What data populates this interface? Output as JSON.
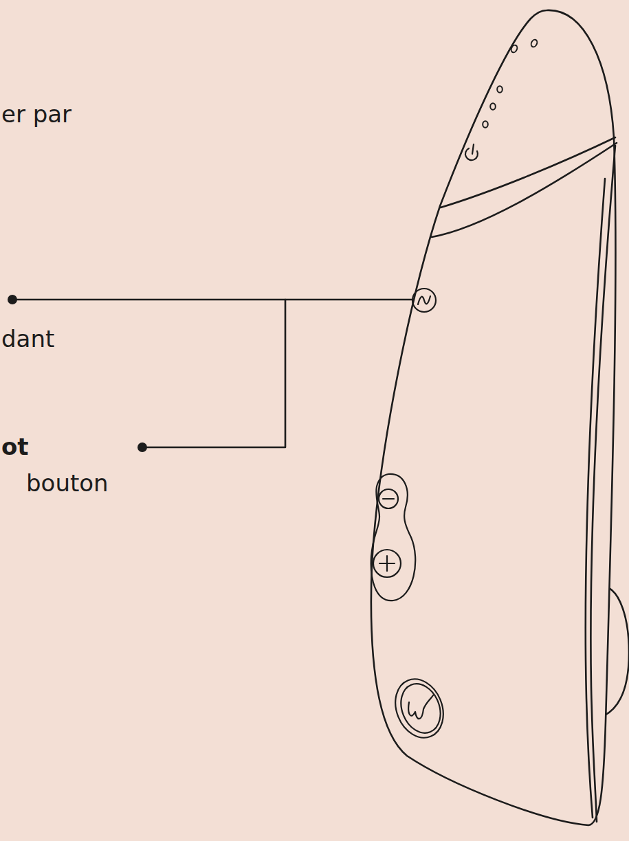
{
  "diagram": {
    "labels": [
      "er par",
      "dant",
      "ot",
      "bouton"
    ]
  }
}
